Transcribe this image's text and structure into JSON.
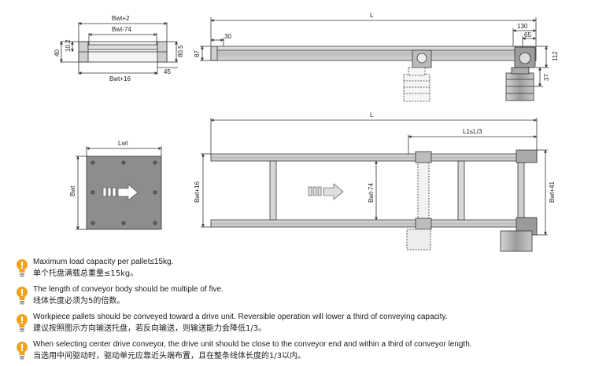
{
  "dimensions": {
    "bwt_plus_2": "Bwt+2",
    "bwt_minus_74": "Bwt-74",
    "bwt_plus_16": "Bwt+16",
    "bwt_plus_41": "Bwt+41",
    "dim_40": "40",
    "dim_10_2": "10.2",
    "dim_80_5": "80.5",
    "dim_45": "45",
    "length_l": "L",
    "dim_30": "30",
    "dim_87": "87",
    "dim_130": "130",
    "dim_65": "65",
    "dim_112": "112",
    "dim_37": "37",
    "lwt": "Lwt",
    "bwt": "Bwt",
    "l1_constraint": "L1≤L/3"
  },
  "notes": [
    {
      "en": "Maximum load capacity per pallet≤15kg.",
      "zh": "单个托盘满载总重量≤15kg。"
    },
    {
      "en": "The length of conveyor body should be multiple of five.",
      "zh": "线体长度必须为5的倍数。"
    },
    {
      "en": "Workpiece pallets should be conveyed toward a drive unit. Reversible operation will lower a third of conveying capacity.",
      "zh": "建议按照图示方向输送托盘，若反向输送，则输送能力会降低1/3。"
    },
    {
      "en": "When selecting center drive conveyor, the drive unit should be close to the conveyor end and within a third of conveyor length.",
      "zh": "当选用中间驱动时，驱动单元应靠近头端布置，且在整条线体长度的1/3以内。"
    }
  ],
  "colors": {
    "line": "#333333",
    "rail": "#c9c9c9",
    "pallet": "#8e8e8e",
    "motor": "#b5b5b5",
    "note_icon": "#f2a31b"
  },
  "icons": [
    "lightbulb-icon",
    "direction-arrow-icon"
  ]
}
